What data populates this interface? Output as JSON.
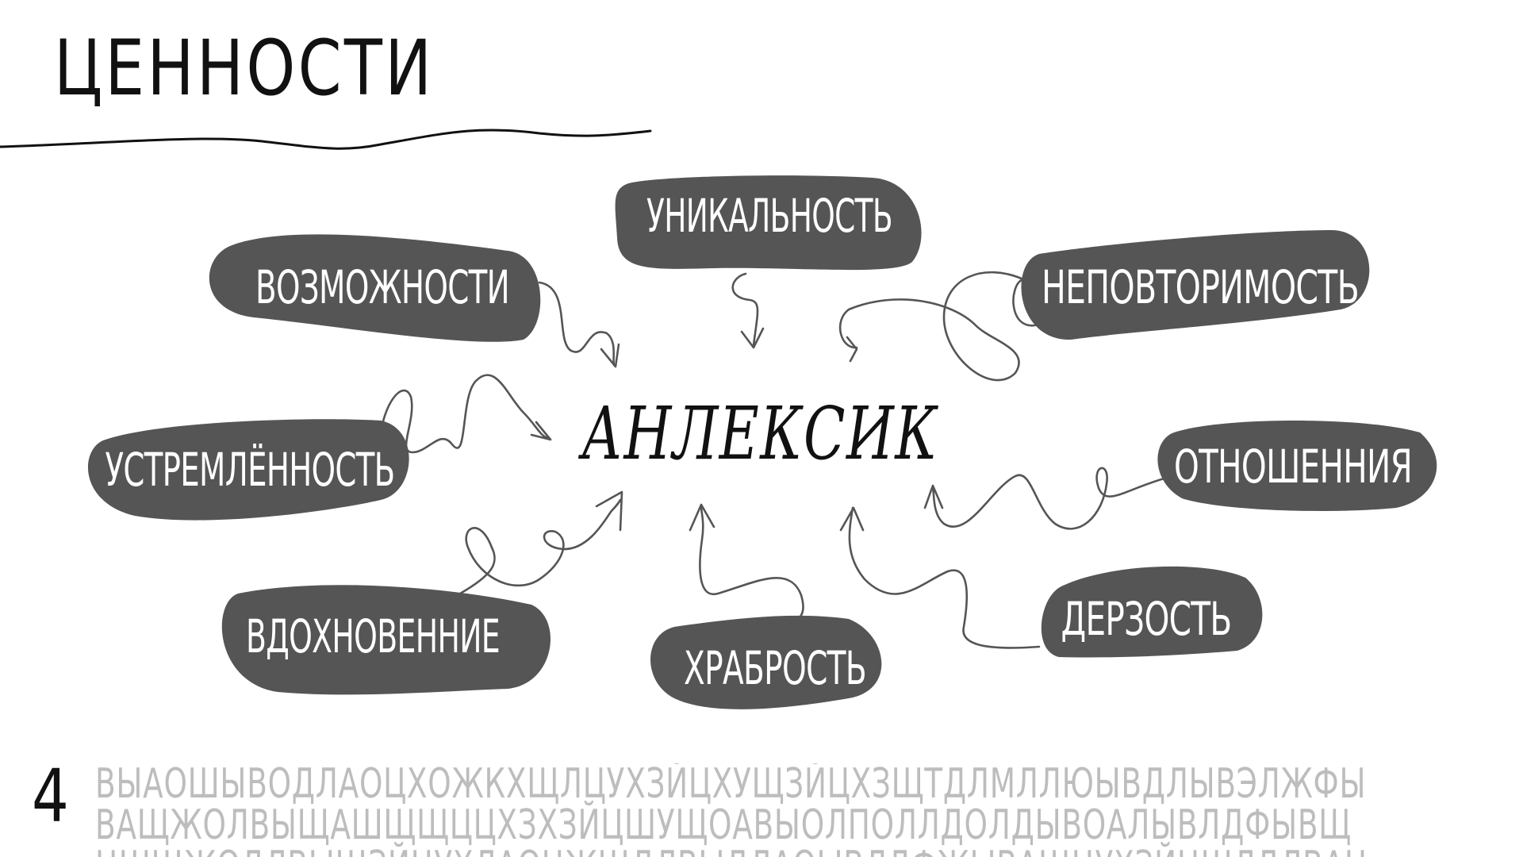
{
  "title": "ЦЕННОСТИ",
  "page_number": "4",
  "center": {
    "label": "АНЛЕКСИК"
  },
  "nodes": [
    {
      "id": "uniqueness",
      "label": "УНИКАЛЬНОСТЬ"
    },
    {
      "id": "possibilities",
      "label": "ВОЗМОЖНОСТИ"
    },
    {
      "id": "inimitability",
      "label": "НЕПОВТОРИМОСТЬ"
    },
    {
      "id": "determination",
      "label": "УСТРЕМЛЁННОСТЬ"
    },
    {
      "id": "relationships",
      "label": "ОТНОШЕННИЯ"
    },
    {
      "id": "inspiration",
      "label": "ВДОХНОВЕННИЕ"
    },
    {
      "id": "courage",
      "label": "ХРАБРОСТЬ"
    },
    {
      "id": "boldness",
      "label": "ДЕРЗОСТЬ"
    }
  ],
  "pattern_lines": [
    "ВЫАОШЫВОДЛАОЦХОЖКХЩЛЦУХЗЙЦХУЩЗЙЦХЗЩТДЛМЛЛЮЫВДЛЫВЭЛЖФЫ",
    "ВАЩЖОЛВЫЩАШЩЩЦЦХЗХЗЙЦШУЩОАВЫОЛПОЛЛДОЛДЫВОАЛЫВЛДФЫВЩ",
    "ЦШЩЖОДЛВЫЩЗЙЦУХЛАОЦЖЩДЛВЫДЛАОЫВЛДФЖЫВАЩЦУХЗЙЦШЛДЛВАЦ"
  ],
  "colors": {
    "blob": "#555555",
    "node_text": "#ffffff",
    "ink": "#111111",
    "pattern": "#bdbdbd"
  }
}
